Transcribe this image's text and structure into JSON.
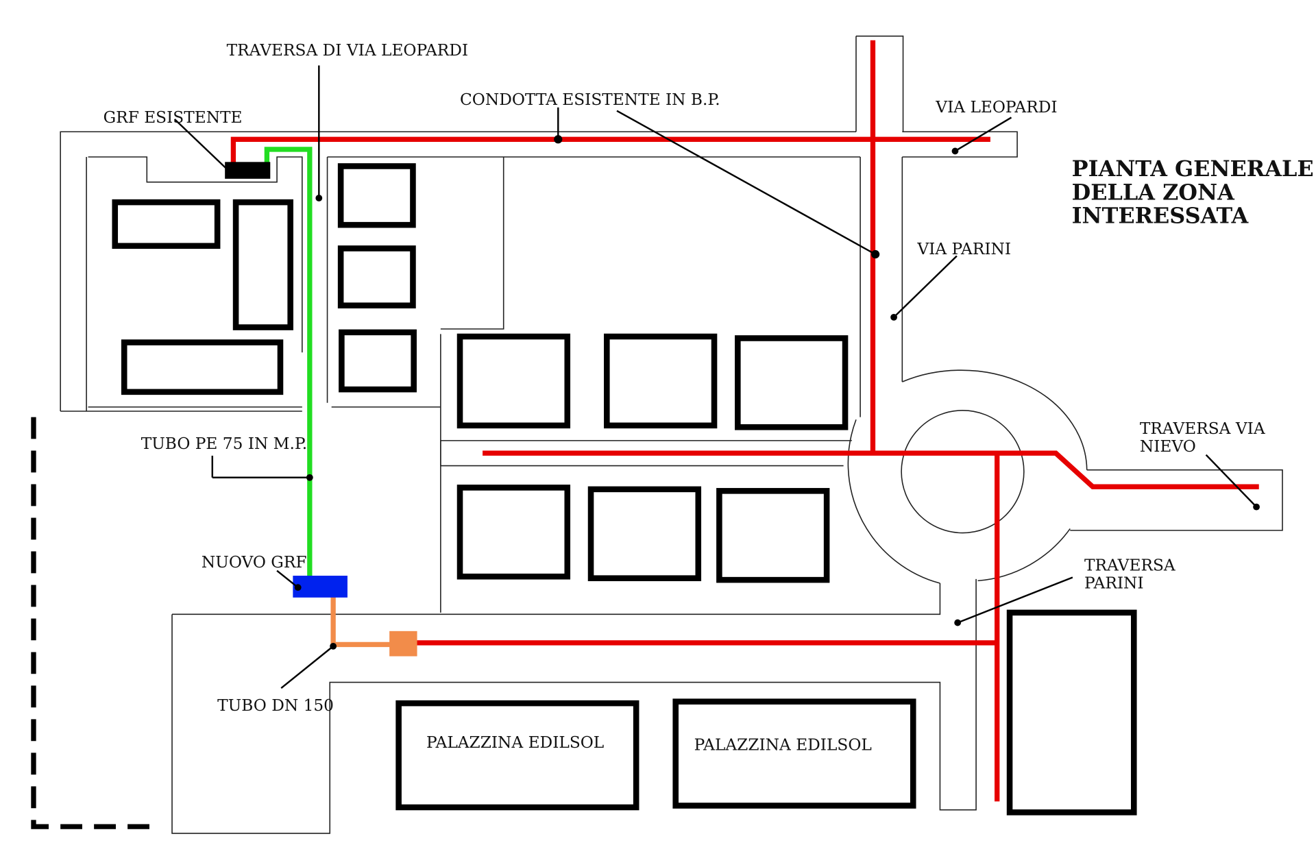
{
  "title": {
    "line1": "PIANTA GENERALE",
    "line2": "DELLA ZONA",
    "line3": "INTERESSATA"
  },
  "labels": {
    "traversa_via_leopardi": "TRAVERSA DI VIA LEOPARDI",
    "condotta_esistente": "CONDOTTA ESISTENTE IN B.P.",
    "via_leopardi": "VIA LEOPARDI",
    "grf_esistente": "GRF ESISTENTE",
    "via_parini": "VIA PARINI",
    "traversa_via_nievo_1": "TRAVERSA VIA",
    "traversa_via_nievo_2": "NIEVO",
    "tubo_pe75": "TUBO PE 75 IN M.P.",
    "nuovo_grf": "NUOVO GRF",
    "traversa_parini_1": "TRAVERSA",
    "traversa_parini_2": "PARINI",
    "tubo_dn150": "TUBO DN 150",
    "palazzina_1": "PALAZZINA EDILSOL",
    "palazzina_2": "PALAZZINA EDILSOL"
  },
  "colors": {
    "existing_main": "#e60000",
    "pe75_pipe": "#22dd22",
    "dn150_pipe": "#f28c4a",
    "new_grf": "#0022ee",
    "existing_grf": "#000000",
    "connector": "#f28c4a"
  }
}
